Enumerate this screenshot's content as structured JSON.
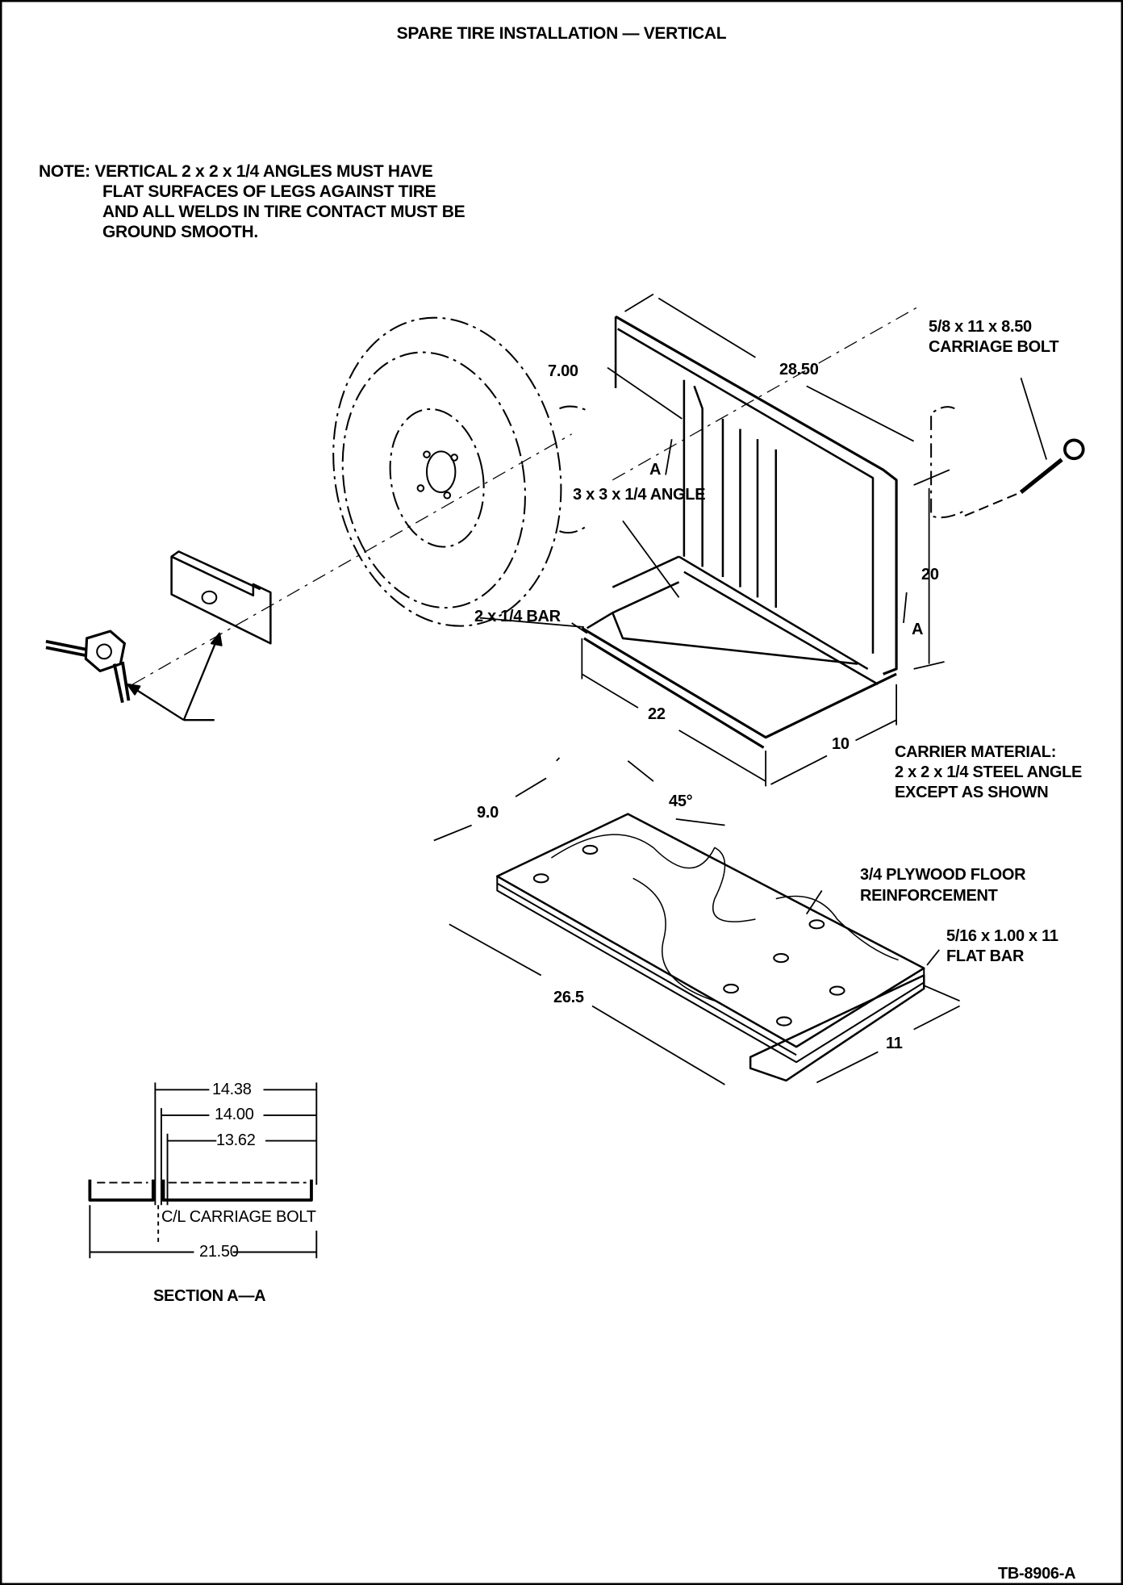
{
  "title": "SPARE TIRE INSTALLATION — VERTICAL",
  "note": {
    "lines": [
      "NOTE: VERTICAL 2 x 2 x 1/4 ANGLES MUST HAVE",
      "FLAT SURFACES OF LEGS AGAINST TIRE",
      "AND ALL WELDS IN TIRE CONTACT MUST BE",
      "GROUND SMOOTH."
    ]
  },
  "labels": {
    "dim_7": "7.00",
    "dim_28_50": "28.50",
    "bolt_line1": "5/8 x 11 x 8.50",
    "bolt_line2": "CARRIAGE BOLT",
    "section_arrow_a1": "A",
    "section_arrow_a2": "A",
    "angle_3x3": "3 x 3 x 1/4 ANGLE",
    "bar_2x14": "2 x 1/4 BAR",
    "dim_20": "20",
    "dim_22": "22",
    "dim_10": "10",
    "carrier_line1": "CARRIER MATERIAL:",
    "carrier_line2": "2 x 2 x 1/4 STEEL ANGLE",
    "carrier_line3": "EXCEPT AS SHOWN",
    "dim_9": "9.0",
    "angle_45": "45°",
    "plywood_line1": "3/4 PLYWOOD FLOOR",
    "plywood_line2": "REINFORCEMENT",
    "flatbar_line1": "5/16 x 1.00 x 11",
    "flatbar_line2": "FLAT BAR",
    "dim_26_5": "26.5",
    "dim_11": "11"
  },
  "section": {
    "dim_14_38": "14.38",
    "dim_14_00": "14.00",
    "dim_13_62": "13.62",
    "cl_label": "C/L CARRIAGE BOLT",
    "dim_21_50": "21.50",
    "title": "SECTION A—A"
  },
  "figure_id": "TB-8906-A"
}
